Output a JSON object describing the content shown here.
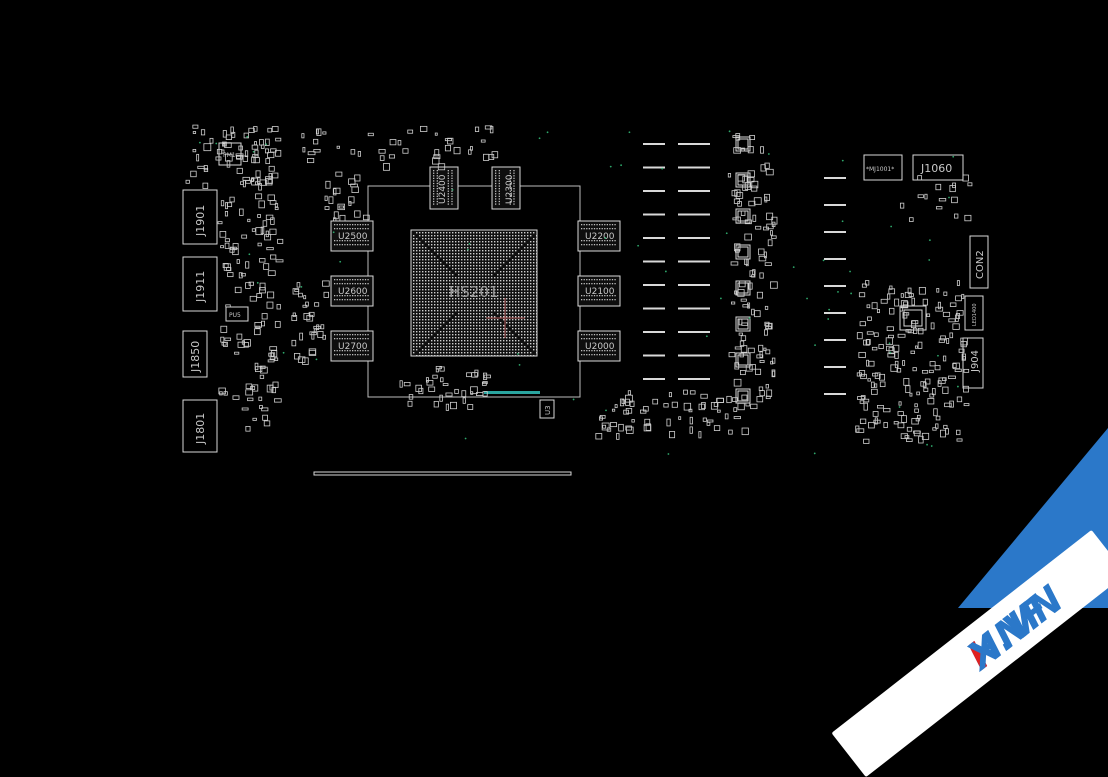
{
  "labels": {
    "gpu": "HS201",
    "u2400": "U2400",
    "u2300": "U2300",
    "u2500": "U2500",
    "u2600": "U2600",
    "u2700": "U2700",
    "u2200": "U2200",
    "u2100": "U2100",
    "u2000": "U2000",
    "j1901": "J1901",
    "j1911": "J1911",
    "j1850": "J1850",
    "j1801": "J1801",
    "j1060": "J1060",
    "mj1001": "*MJ1001*",
    "con2": "CON2",
    "j904": "J904",
    "u3": "U3",
    "pu5": "PU5",
    "pm1": "PM1",
    "led": "LED1400"
  },
  "watermark": {
    "brand_main": "HNF",
    "brand_x": "I",
    "brand_tail": "X.VN"
  },
  "colors": {
    "background": "#000000",
    "line": "#d9d9d9",
    "label": "#c8c8c8",
    "accent_green": "#2ea86b",
    "accent_teal": "#2aa5a0",
    "watermark_blue": "#2b78c9",
    "watermark_red": "#e02020"
  }
}
